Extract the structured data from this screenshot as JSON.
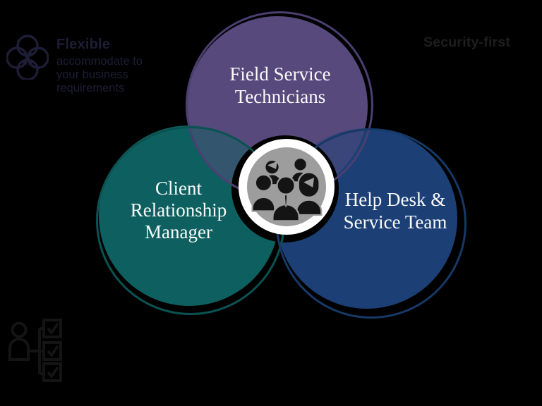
{
  "background": "#000000",
  "colors": {
    "background": "#000000",
    "purple": "#57497c",
    "purple_ring": "#4a3f70",
    "teal": "#0e6060",
    "teal_ring": "#0b5252",
    "blue": "#1c4076",
    "blue_ring": "#163968",
    "overlap": "rgba(87,73,124,0.5)",
    "center_gray": "#9d9d9d",
    "center_ring": "#ffffff",
    "label_white": "#fafafa",
    "annotation_navy": "#1d1d36",
    "annotation_dark": "#1e1e1e",
    "icon_black": "#141414"
  },
  "diagram": {
    "type": "venn-team-diagram",
    "center_icon": "team-people-icon",
    "circles": [
      {
        "id": "field-service",
        "color": "#57497c",
        "lines": [
          "Field Service",
          "Technicians"
        ]
      },
      {
        "id": "client-relationship",
        "color": "#0e6060",
        "lines": [
          "Client",
          "Relationship",
          "Manager"
        ]
      },
      {
        "id": "help-desk",
        "color": "#1c4076",
        "lines": [
          "Help Desk &",
          "Service Team"
        ]
      }
    ]
  },
  "annotations": {
    "flexible": {
      "icon": "four-circles-flexible-icon",
      "title": "Flexible",
      "lines": [
        "accommodate to",
        "your business",
        "requirements"
      ]
    },
    "security": {
      "label": "Security-first"
    },
    "bottom_left": {
      "icon": "person-checklist-icon"
    }
  }
}
